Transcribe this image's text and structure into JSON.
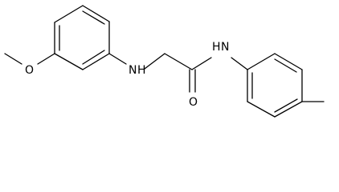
{
  "molecule": {
    "atoms": {
      "oxygen_methoxy": "O",
      "nitrogen_amine": "H",
      "nitrogen_amine_N": "N",
      "nitrogen_amide_H": "H",
      "nitrogen_amide_N": "N",
      "oxygen_carbonyl": "O"
    },
    "colors": {
      "bond": "#000000",
      "label": "#000000",
      "background": "#ffffff"
    }
  }
}
